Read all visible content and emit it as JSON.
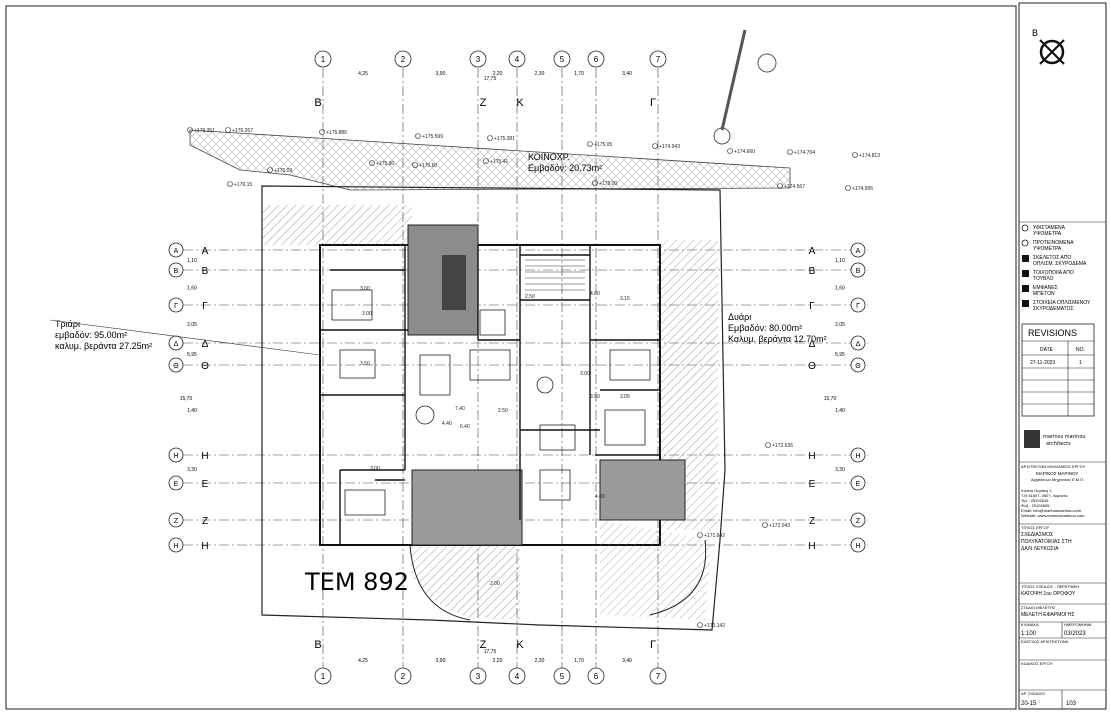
{
  "plan": {
    "lot_label": "ΤΕΜ 892",
    "grid_columns": [
      "1",
      "2",
      "3",
      "4",
      "5",
      "6",
      "7"
    ],
    "grid_rows": [
      "Α",
      "Β",
      "Γ",
      "Δ",
      "Θ",
      "Η",
      "Ε",
      "Ζ",
      "Η"
    ],
    "col_dims_top": [
      "4,25",
      "3,90",
      "2,20",
      "2,30",
      "1,70",
      "3,40"
    ],
    "col_total": "17,75",
    "section_marks_top": [
      "Β",
      "Ζ",
      "Κ",
      "Γ"
    ],
    "section_marks_bottom": [
      "Β",
      "Ζ",
      "Κ",
      "Γ"
    ],
    "row_dims_left": [
      "1,10",
      "1,60",
      "2,05",
      "5,95",
      "1,40",
      "3,30"
    ],
    "row_total": "15,70",
    "common_area": {
      "title": "ΚΟΙΝΟΧΡ.",
      "area": "Εμβαδόν: 20.73m²"
    },
    "unit_3room": {
      "title": "Τριάρι",
      "area": "εμβαδόν: 95.00m²",
      "veranda": "καλυμ. βεράντα 27.25m²"
    },
    "unit_2room": {
      "title": "Δυάρι",
      "area": "Εμβαδόν: 80.00m²",
      "veranda": "Καλυμ. βεράντα 12.70m²"
    },
    "levels": [
      "+176.351",
      "+176.267",
      "+175.886",
      "+175.599",
      "+175.381",
      "+175.05",
      "+174.943",
      "+174.660",
      "+174.704",
      "+174.813",
      "+174.567",
      "+174.995",
      "+176.15",
      "+176.09",
      "+175.90",
      "+175.60",
      "+175.41",
      "+175.00",
      "+172.043",
      "+171.642",
      "+172.636",
      "+170.142"
    ],
    "room_dims": [
      "3.00",
      "3.00",
      "2.50",
      "3.50",
      "4.40",
      "6.40",
      "7.40",
      "2.50",
      "4.00",
      "3.15",
      "3.00",
      "3.00",
      "3.50",
      "3.05",
      "2.00",
      "4.00"
    ]
  },
  "title_block": {
    "north": "Β",
    "legend": [
      {
        "label": "ΥΦΙΣΤΑΜΕΝΑ ΥΨΟΜΕΤΡΑ",
        "symbol": "existing-level"
      },
      {
        "label": "ΠΡΟΤΕΙΝΟΜΕΝΑ ΥΨΟΜΕΤΡΑ",
        "symbol": "proposed-level"
      },
      {
        "label": "ΣΚΕΛΕΤΟΣ ΑΠΟ ΟΠΛΙΣΜ. ΣΚΥΡΟΔΕΜΑ",
        "symbol": "dark"
      },
      {
        "label": "ΤΟΙΧΟΠΟΙΙΑ ΑΠΟ ΤΟΥΒΛΟ",
        "symbol": "dark"
      },
      {
        "label": "ΕΜΦΑΝΕΣ ΜΠΕΤΟΝ",
        "symbol": "dark"
      },
      {
        "label": "ΣΤΟΙΧΕΙΑ ΟΠΛΙΣΜΕΝΟΥ ΣΚΥΡΟΔΕΜΑΤΟΣ",
        "symbol": "dark"
      }
    ],
    "revisions_title": "REVISIONS",
    "rev_date_label": "DATE",
    "rev_no_label": "NO.",
    "rev_date": "27-11-2023",
    "rev_no": "1",
    "firm_line1": "marinos marinou",
    "firm_line2": "architects",
    "architect_caption": "ΑΡΧΙΤΕΚΤΩΝ ΜΗΧΑΝΙΚΟΣ ΕΡΓΟΥ",
    "architect_name": "ΜΑΡΙΝΟΣ ΜΑΡΙΝΟΥ",
    "architect_title": "Αρχιτέκτων Μηχανικός Ε.Μ.Π.",
    "address1": "Κώστα Ουράνη 2,",
    "address2": "Τ.Θ 51607, 3507, Λεμεσός",
    "phone": "Τηλ : 25102616",
    "fax": "Φαξ : 25102695",
    "email": "Email: info@marinosmarinou.com",
    "web": "Website: www.marinosmarinou.com",
    "project_caption": "ΤΙΤΛΟΣ ΕΡΓΟΥ",
    "project_line1": "ΣΧΕΔΙΑΣΜΟΣ",
    "project_line2": "ΠΟΛΥΚΑΤΟΙΚΙΑΣ ΣΤΗ",
    "project_line3": "ΔΑΛΙ ΛΕΥΚΩΣΙΑ",
    "drawing_caption": "ΤΙΤΛΟΣ ΣΧΕΔΙΟΥ - ΠΕΡΙΓΡΑΦΗ",
    "drawing_title": "ΚΑΤΟΨΗ 1ου ΟΡΟΦΟΥ",
    "stage_caption": "ΣΤΑΔΙΟ ΜΕΛΕΤΗΣ",
    "stage": "ΜΕΛΕΤΗ ΕΦΑΡΜΟΓΗΣ",
    "scale_caption": "ΚΛΙΜΑΚΑ",
    "date_caption": "ΗΜΕΡΟΜΗΝΙΑ",
    "scale": "1:100",
    "date": "03/2023",
    "check_caption": "ΕΛΕΓΧΟΣ ΑΡΧΙΤΕΚΤΟΝΑ",
    "code_caption": "ΚΩΔΙΚΟΣ ΕΡΓΟΥ",
    "sheet_caption": "ΑΡ. ΣΧΕΔΙΟΥ",
    "job_no": "20-15",
    "sheet_no": "103"
  }
}
